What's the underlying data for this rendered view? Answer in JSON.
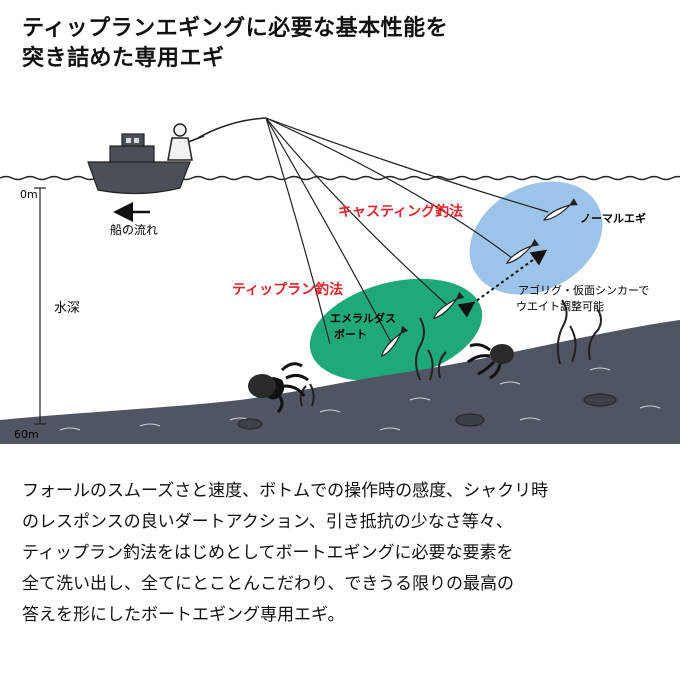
{
  "headline": {
    "line1": "ティップランエギングに必要な基本性能を",
    "line2": "突き詰めた専用エギ"
  },
  "diagram": {
    "depth_top": "0m",
    "depth_bottom": "60m",
    "depth_label": "水深",
    "boat_flow_label": "船の流れ",
    "casting_method": "キャスティング釣法",
    "normal_egi": "ノーマルエギ",
    "tipran_method": "ティップラン釣法",
    "emerald_line1": "エメラルダス",
    "emerald_line2": "ボート",
    "sinker_line1": "アゴリグ・仮面シンカーで",
    "sinker_line2": "ウエイト調整可能",
    "colors": {
      "casting_ellipse": "#9cc3e8",
      "tipran_ellipse": "#1fa878",
      "method_label": "#e0262c",
      "seabed": "#4f5662"
    }
  },
  "body": {
    "lines": [
      "フォールのスムーズさと速度、ボトムでの操作時の感度、シャクリ時",
      "のレスポンスの良いダートアクション、引き抵抗の少なさ等々、",
      "ティップラン釣法をはじめとしてボートエギングに必要な要素を",
      "全て洗い出し、全てにとことんこだわり、できうる限りの最高の",
      "答えを形にしたボートエギング専用エギ。"
    ]
  }
}
